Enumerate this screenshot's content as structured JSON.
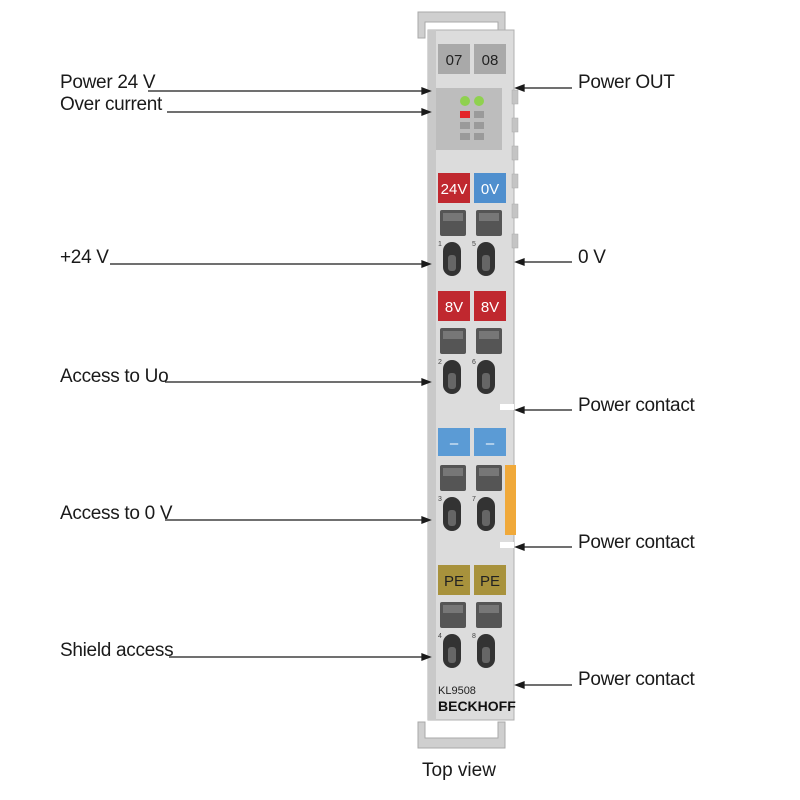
{
  "labels_left": {
    "power_24v": "Power 24 V",
    "over_current": "Over current",
    "plus_24v": "+24 V",
    "access_uo": "Access to Uo",
    "access_0v": "Access to 0 V",
    "shield_access": "Shield access"
  },
  "labels_right": {
    "power_out": "Power OUT",
    "zero_v": "0 V",
    "power_contact_1": "Power contact",
    "power_contact_2": "Power contact",
    "power_contact_3": "Power contact"
  },
  "terminal": {
    "led_numbers": [
      "07",
      "08"
    ],
    "row1": [
      "24V",
      "0V"
    ],
    "row2": [
      "8V",
      "8V"
    ],
    "row3": [
      "–",
      "–"
    ],
    "row4": [
      "PE",
      "PE"
    ],
    "contact_numbers": [
      "1",
      "5",
      "2",
      "6",
      "3",
      "7",
      "4",
      "8"
    ],
    "model": "KL9508",
    "brand": "BECKHOFF"
  },
  "caption": "Top view",
  "colors": {
    "red": "#c0282f",
    "blue": "#4f8fce",
    "light_blue": "#5b9bd5",
    "olive": "#a8923c",
    "orange": "#f0a93a",
    "body": "#d8d8d8",
    "led_green": "#8fd14f",
    "led_red": "#e3262b"
  }
}
